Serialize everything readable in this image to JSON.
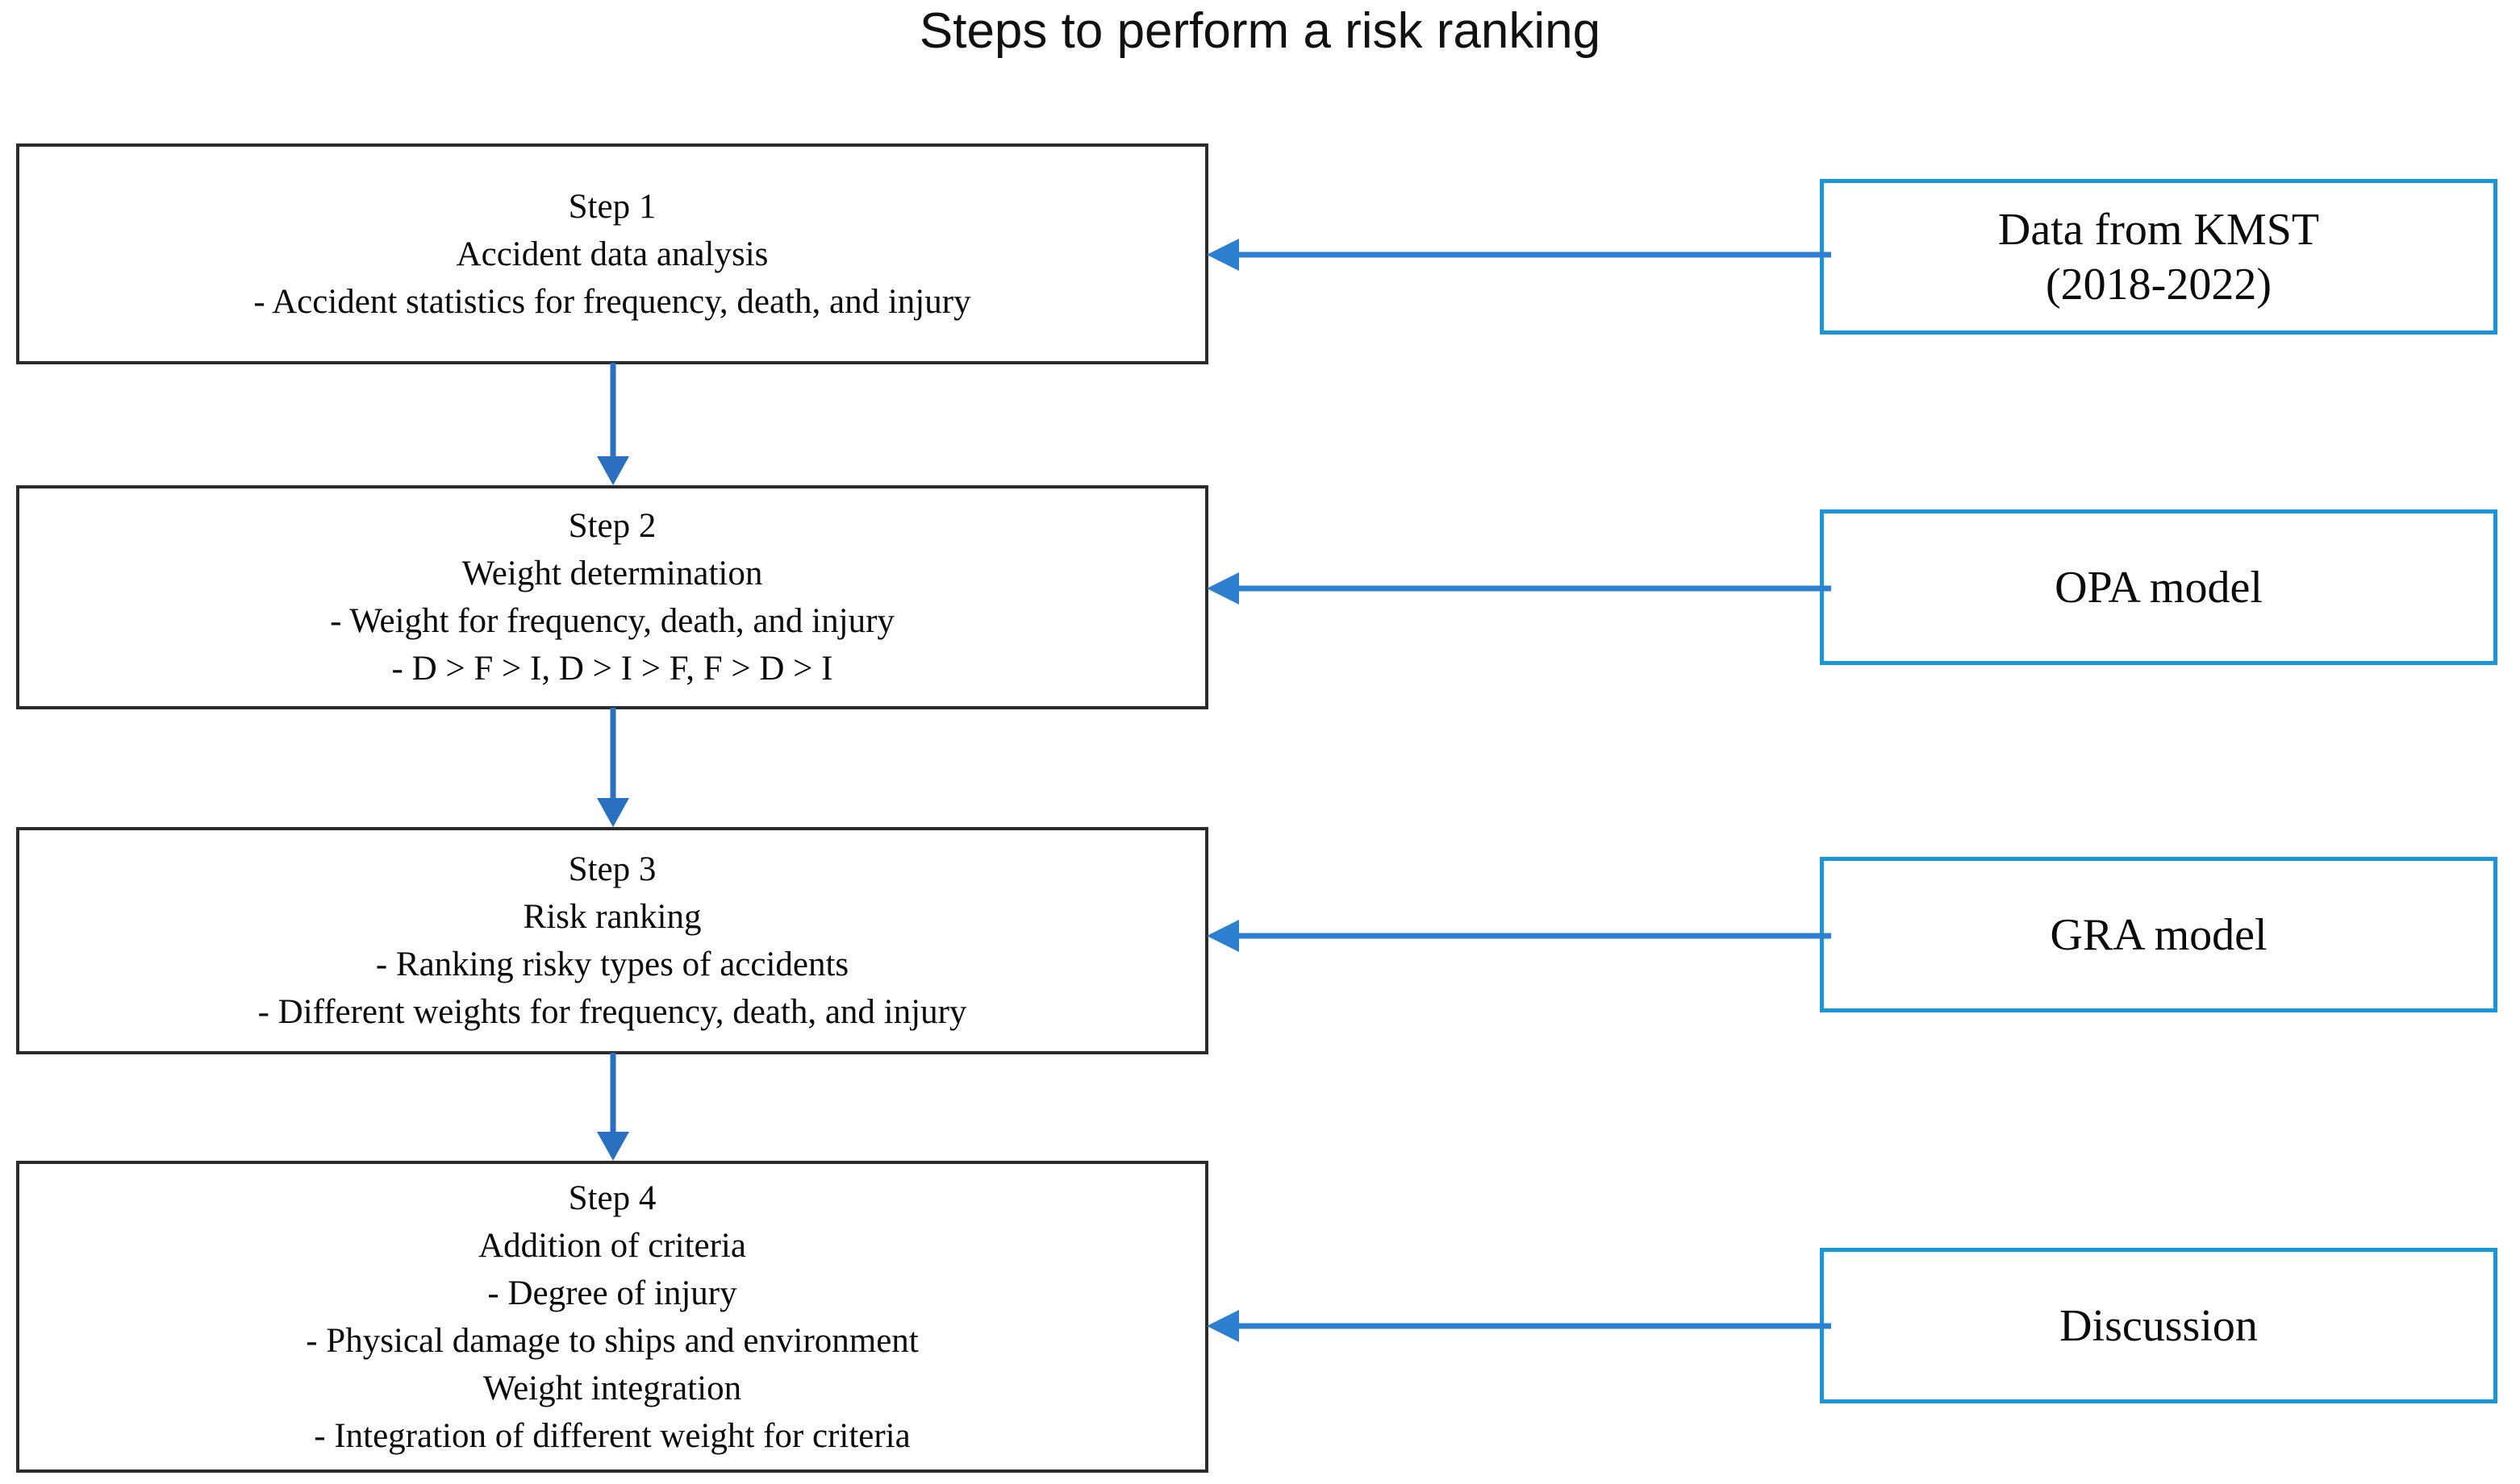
{
  "title": "Steps to perform a risk ranking",
  "steps": [
    {
      "id": "step-1",
      "lines": [
        "Step 1",
        "Accident data analysis",
        "- Accident statistics for frequency, death, and injury"
      ]
    },
    {
      "id": "step-2",
      "lines": [
        "Step 2",
        "Weight determination",
        "- Weight for frequency, death, and injury",
        "- D > F > I, D > I > F, F > D > I"
      ]
    },
    {
      "id": "step-3",
      "lines": [
        "Step 3",
        "Risk ranking",
        "- Ranking risky types of accidents",
        "- Different weights for frequency, death, and injury"
      ]
    },
    {
      "id": "step-4",
      "lines": [
        "Step 4",
        "Addition of criteria",
        "- Degree of injury",
        "- Physical damage to ships and environment",
        "Weight integration",
        "- Integration of different weight for criteria"
      ]
    }
  ],
  "sources": [
    {
      "id": "source-1",
      "lines": [
        "Data from KMST",
        "(2018-2022)"
      ]
    },
    {
      "id": "source-2",
      "lines": [
        "OPA model"
      ]
    },
    {
      "id": "source-3",
      "lines": [
        "GRA model"
      ]
    },
    {
      "id": "source-4",
      "lines": [
        "Discussion"
      ]
    }
  ],
  "colors": {
    "step_border": "#2b2b2b",
    "source_border": "#1a96d8",
    "vertical_arrow": "#2a6fc0",
    "horizontal_arrow": "#2d7fd0",
    "text": "#0b0b0b",
    "background": "#ffffff"
  },
  "arrows": {
    "vertical": [
      {
        "id": "arrow-v-1",
        "from": "step-1",
        "to": "step-2",
        "direction": "down"
      },
      {
        "id": "arrow-v-2",
        "from": "step-2",
        "to": "step-3",
        "direction": "down"
      },
      {
        "id": "arrow-v-3",
        "from": "step-3",
        "to": "step-4",
        "direction": "down"
      }
    ],
    "horizontal": [
      {
        "id": "arrow-h-1",
        "from": "source-1",
        "to": "step-1",
        "direction": "left"
      },
      {
        "id": "arrow-h-2",
        "from": "source-2",
        "to": "step-2",
        "direction": "left"
      },
      {
        "id": "arrow-h-3",
        "from": "source-3",
        "to": "step-3",
        "direction": "left"
      },
      {
        "id": "arrow-h-4",
        "from": "source-4",
        "to": "step-4",
        "direction": "left"
      }
    ]
  }
}
